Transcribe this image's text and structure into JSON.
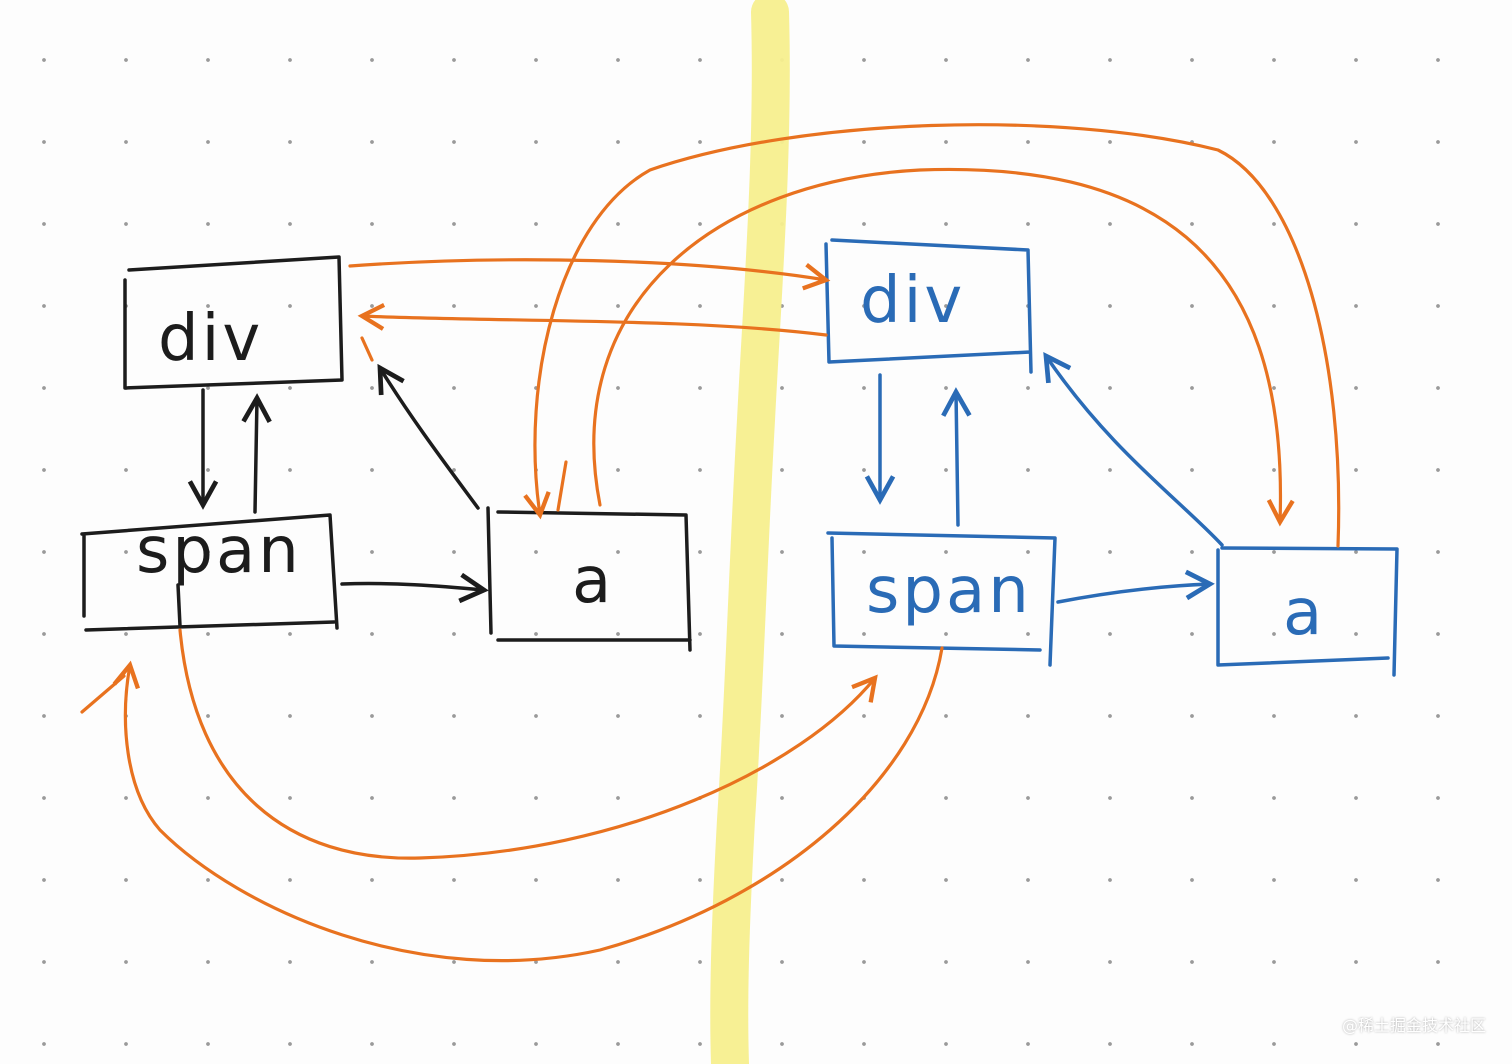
{
  "colors": {
    "left_tree": "#1c1c1c",
    "right_tree": "#2a6bb6",
    "alternate_links": "#e8721f",
    "divider_highlight": "#f7ef8e"
  },
  "left_tree": {
    "div_label": "div",
    "span_label": "span",
    "a_label": "a"
  },
  "right_tree": {
    "div_label": "div",
    "span_label": "span",
    "a_label": "a"
  },
  "watermark": "@稀土掘金技术社区"
}
